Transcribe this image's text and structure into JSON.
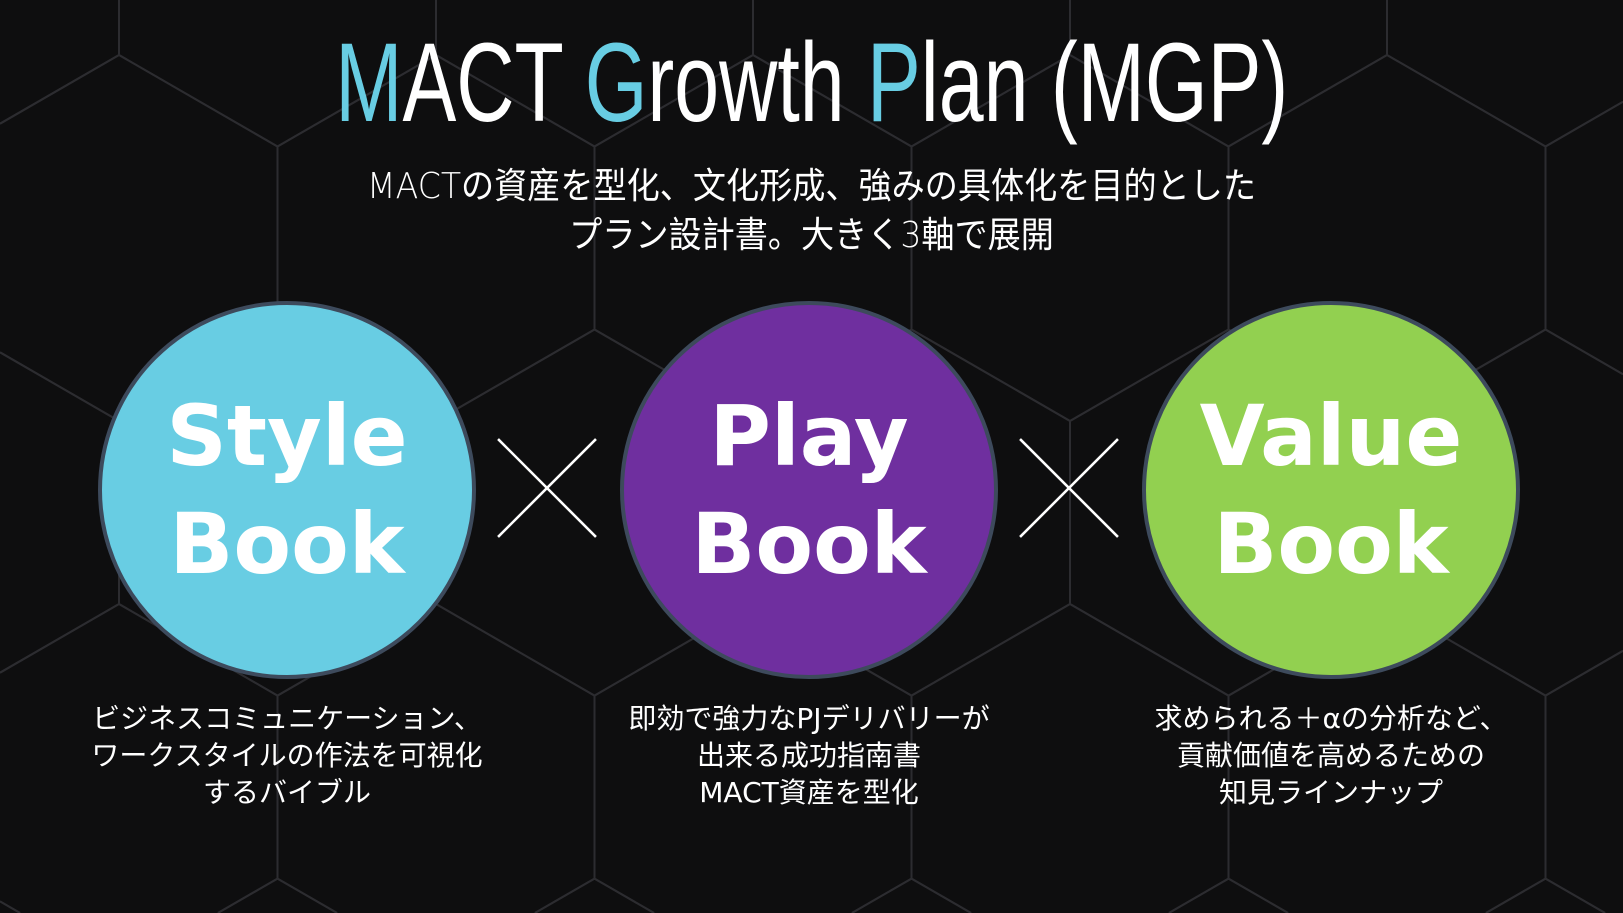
{
  "title": {
    "parts": [
      {
        "text": "M",
        "accent": true
      },
      {
        "text": "ACT ",
        "accent": false
      },
      {
        "text": "G",
        "accent": true
      },
      {
        "text": "rowth ",
        "accent": false
      },
      {
        "text": "P",
        "accent": true
      },
      {
        "text": "lan (MGP)",
        "accent": false
      }
    ]
  },
  "subtitle": {
    "line1": "MACTの資産を型化、文化形成、強みの具体化を目的とした",
    "line2": "プラン設計書。大きく3軸で展開"
  },
  "books": [
    {
      "line1": "Style",
      "line2": "Book",
      "color": "#68cde3",
      "desc": [
        "ビジネスコミュニケーション、",
        "ワークスタイルの作法を可視化",
        "するバイブル"
      ]
    },
    {
      "line1": "Play",
      "line2": "Book",
      "color": "#6f2f9f",
      "desc": [
        "即効で強力なPJデリバリーが",
        "出来る成功指南書",
        "MACT資産を型化"
      ]
    },
    {
      "line1": "Value",
      "line2": "Book",
      "color": "#92d050",
      "desc": [
        "求められる＋αの分析など、",
        "貢献価値を高めるための",
        "知見ラインナップ"
      ]
    }
  ],
  "colors": {
    "background": "#0e0e0f",
    "accent": "#68cde3",
    "grid": "#2c2c30",
    "circle_border": "#3d4a5c"
  }
}
